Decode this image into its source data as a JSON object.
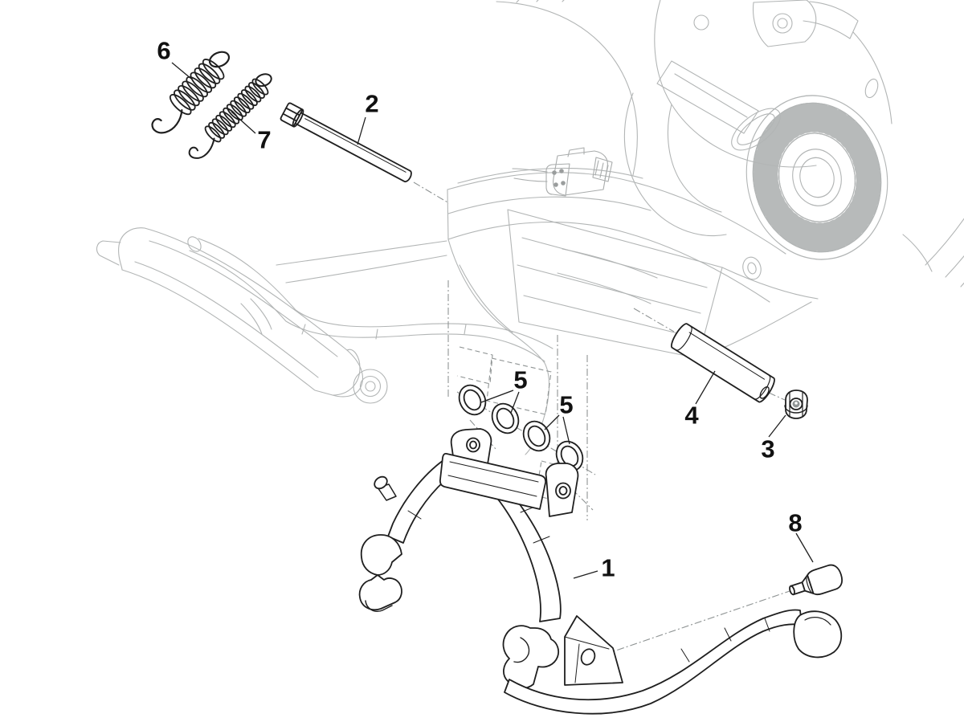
{
  "diagram": {
    "kind": "exploded-parts-diagram",
    "callouts": [
      {
        "number": "1"
      },
      {
        "number": "2"
      },
      {
        "number": "3"
      },
      {
        "number": "4"
      },
      {
        "number": "5"
      },
      {
        "number": "5"
      },
      {
        "number": "6"
      },
      {
        "number": "7"
      },
      {
        "number": "8"
      }
    ],
    "colors": {
      "background": "#ffffff",
      "part_line": "#1f1f1f",
      "reference_line": "#b2b5b5",
      "guide_line": "#8f9494",
      "label_text": "#111111"
    }
  }
}
